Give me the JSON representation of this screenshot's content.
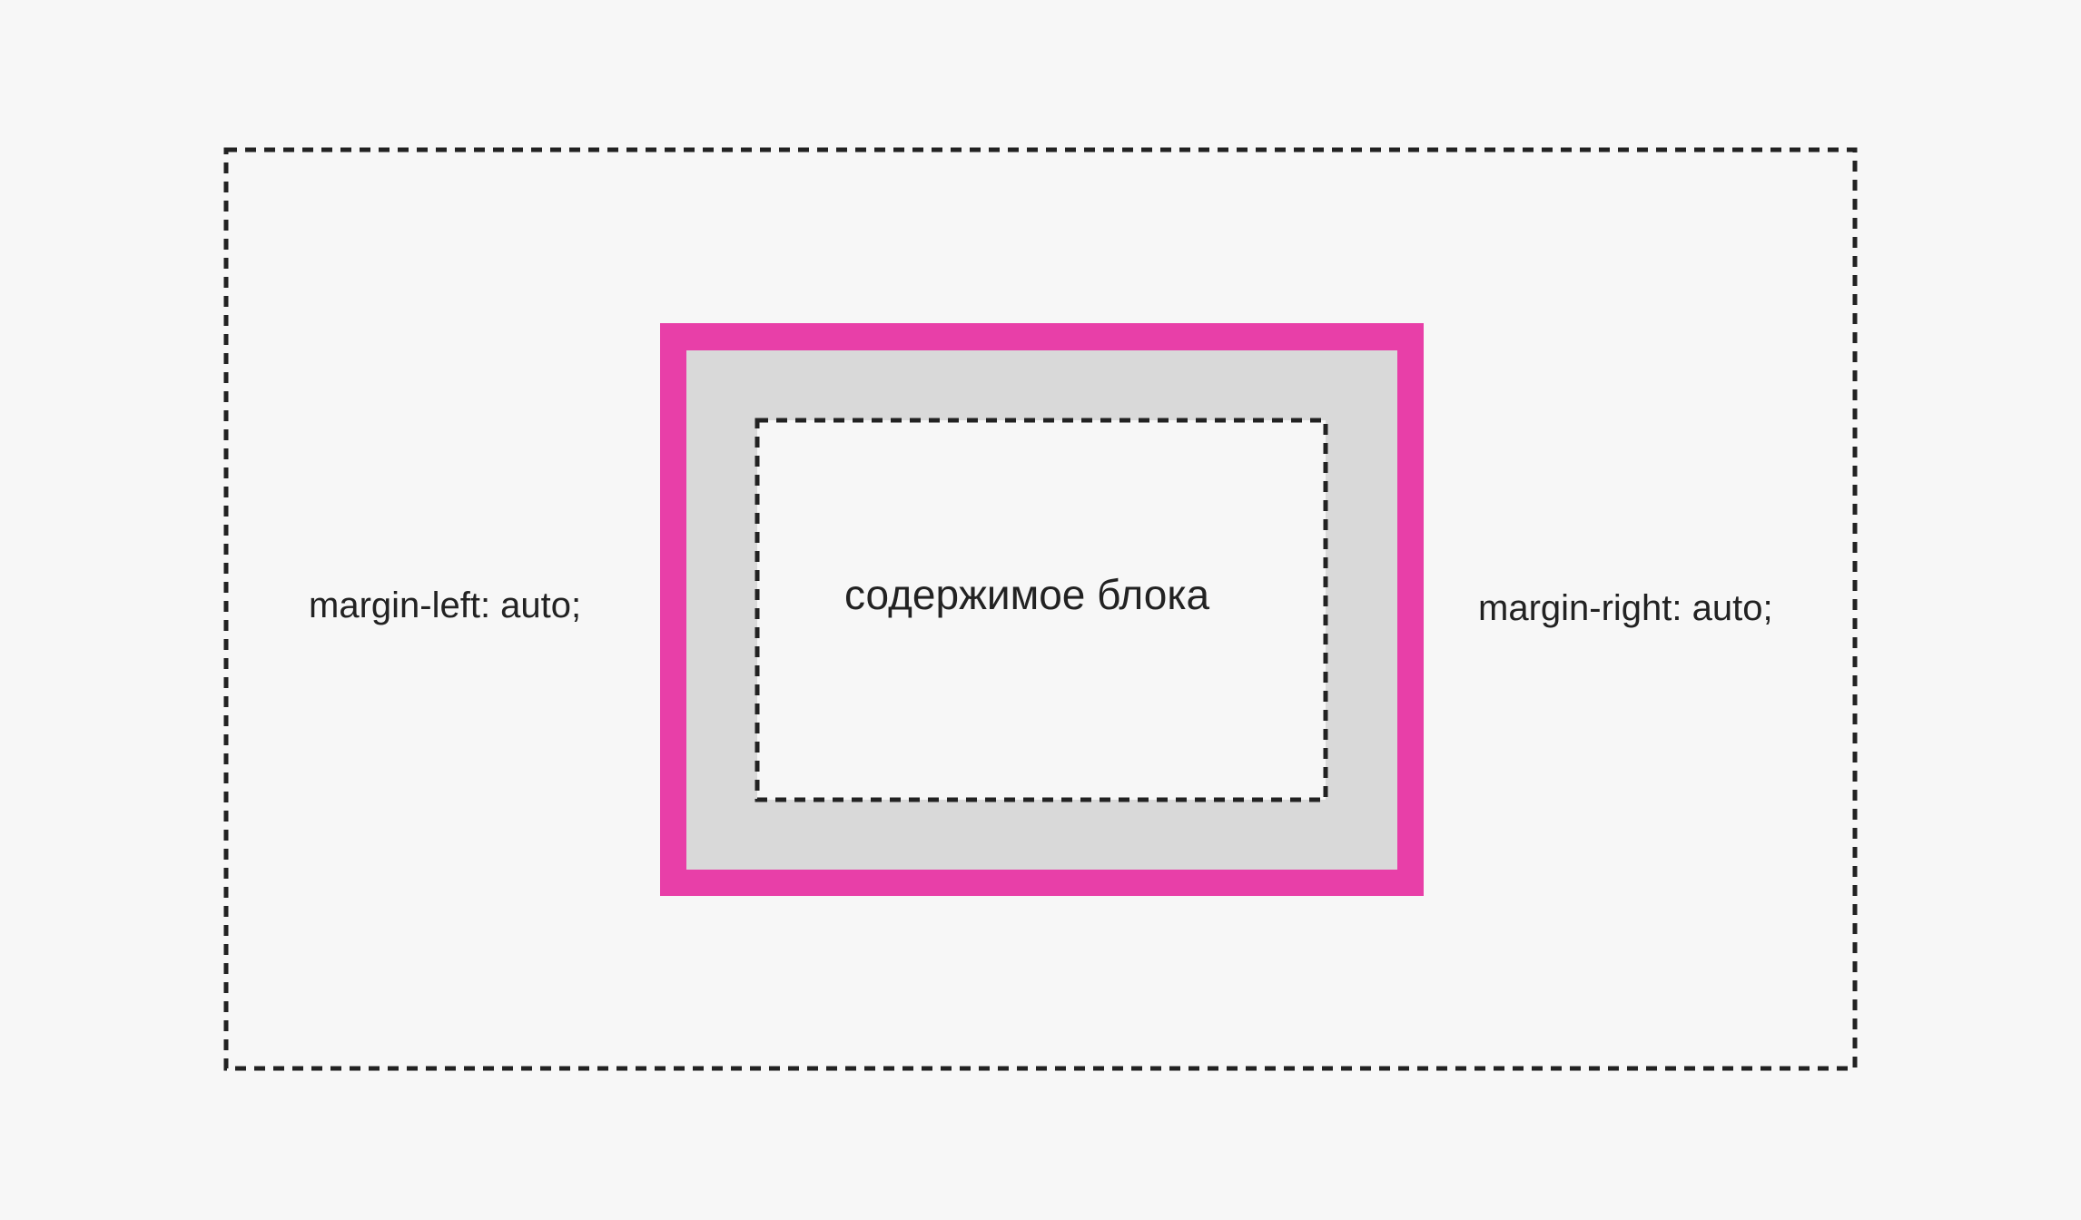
{
  "diagram": {
    "left_label": "margin-left: auto;",
    "right_label": "margin-right: auto;",
    "content_label": "содержимое блока"
  },
  "colors": {
    "background": "#f7f7f7",
    "border": "#e83fa8",
    "padding": "#d9d9d9",
    "content": "#f7f7f7",
    "dashed_outline": "#222222",
    "text": "#222222"
  }
}
